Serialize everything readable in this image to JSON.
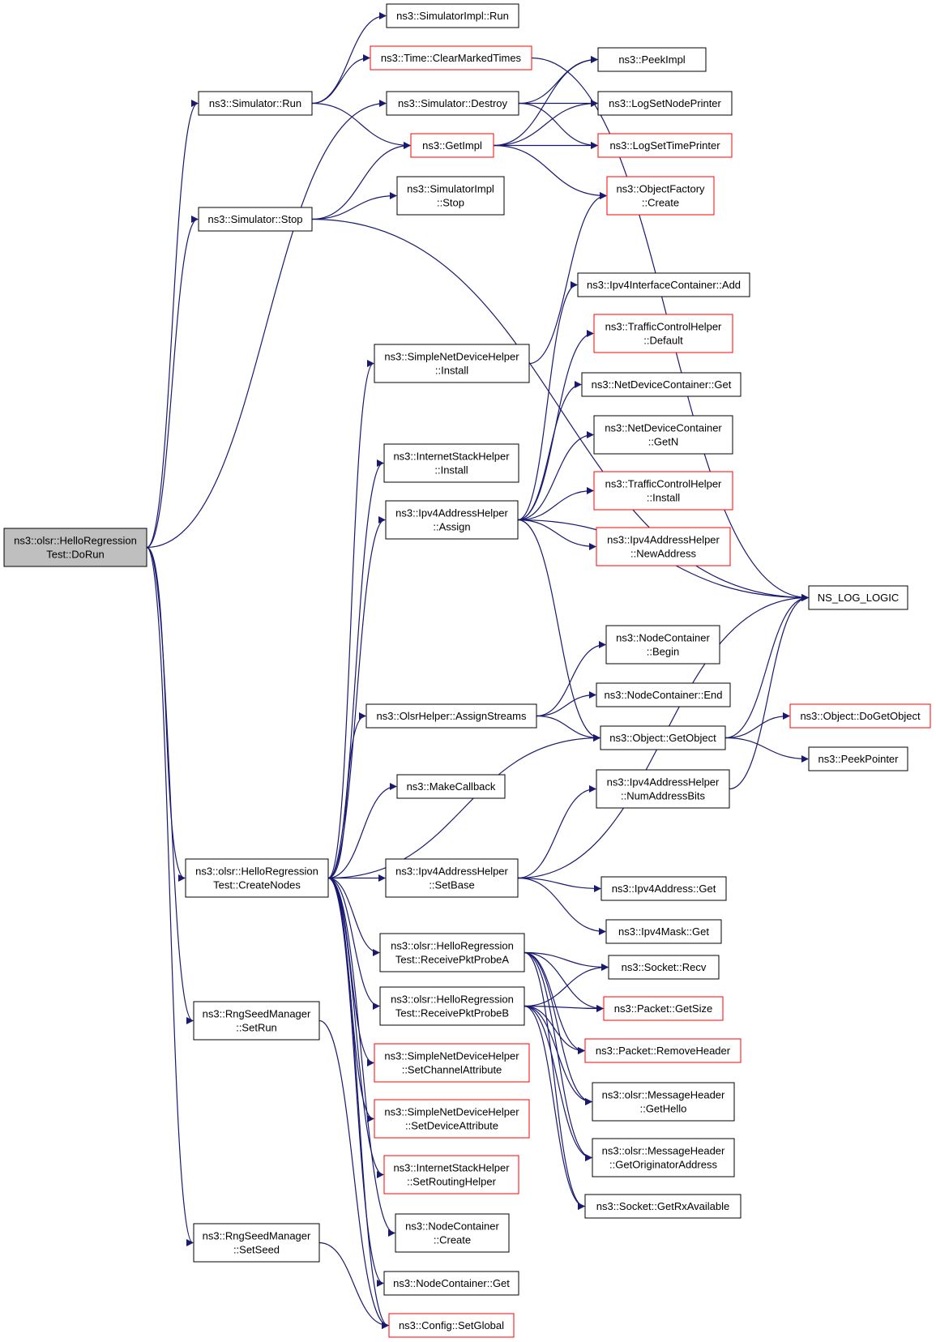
{
  "nodes": [
    {
      "id": "root",
      "lines": [
        "ns3::olsr::HelloRegression",
        "Test::DoRun"
      ],
      "style": "root"
    },
    {
      "id": "sim_run",
      "lines": [
        "ns3::Simulator::Run"
      ],
      "style": "normal"
    },
    {
      "id": "simimpl_run",
      "lines": [
        "ns3::SimulatorImpl::Run"
      ],
      "style": "normal"
    },
    {
      "id": "time_clear",
      "lines": [
        "ns3::Time::ClearMarkedTimes"
      ],
      "style": "red"
    },
    {
      "id": "sim_destroy",
      "lines": [
        "ns3::Simulator::Destroy"
      ],
      "style": "normal"
    },
    {
      "id": "peekimpl",
      "lines": [
        "ns3::PeekImpl"
      ],
      "style": "normal"
    },
    {
      "id": "lognode",
      "lines": [
        "ns3::LogSetNodePrinter"
      ],
      "style": "normal"
    },
    {
      "id": "getimpl",
      "lines": [
        "ns3::GetImpl"
      ],
      "style": "red"
    },
    {
      "id": "logtime",
      "lines": [
        "ns3::LogSetTimePrinter"
      ],
      "style": "red"
    },
    {
      "id": "objfactory",
      "lines": [
        "ns3::ObjectFactory",
        "::Create"
      ],
      "style": "red"
    },
    {
      "id": "sim_stop",
      "lines": [
        "ns3::Simulator::Stop"
      ],
      "style": "normal"
    },
    {
      "id": "simimpl_stop",
      "lines": [
        "ns3::SimulatorImpl",
        "::Stop"
      ],
      "style": "normal"
    },
    {
      "id": "nslog",
      "lines": [
        "NS_LOG_LOGIC"
      ],
      "style": "normal"
    },
    {
      "id": "ipv4ic_add",
      "lines": [
        "ns3::Ipv4InterfaceContainer::Add"
      ],
      "style": "normal"
    },
    {
      "id": "tch_default",
      "lines": [
        "ns3::TrafficControlHelper",
        "::Default"
      ],
      "style": "red"
    },
    {
      "id": "sndh_install",
      "lines": [
        "ns3::SimpleNetDeviceHelper",
        "::Install"
      ],
      "style": "normal"
    },
    {
      "id": "ndc_get",
      "lines": [
        "ns3::NetDeviceContainer::Get"
      ],
      "style": "normal"
    },
    {
      "id": "ndc_getn",
      "lines": [
        "ns3::NetDeviceContainer",
        "::GetN"
      ],
      "style": "normal"
    },
    {
      "id": "ish_install",
      "lines": [
        "ns3::InternetStackHelper",
        "::Install"
      ],
      "style": "normal"
    },
    {
      "id": "tch_install",
      "lines": [
        "ns3::TrafficControlHelper",
        "::Install"
      ],
      "style": "red"
    },
    {
      "id": "ipv4ah_assign",
      "lines": [
        "ns3::Ipv4AddressHelper",
        "::Assign"
      ],
      "style": "normal"
    },
    {
      "id": "ipv4ah_newaddr",
      "lines": [
        "ns3::Ipv4AddressHelper",
        "::NewAddress"
      ],
      "style": "red"
    },
    {
      "id": "nc_begin",
      "lines": [
        "ns3::NodeContainer",
        "::Begin"
      ],
      "style": "normal"
    },
    {
      "id": "nc_end",
      "lines": [
        "ns3::NodeContainer::End"
      ],
      "style": "normal"
    },
    {
      "id": "olsrh_assign",
      "lines": [
        "ns3::OlsrHelper::AssignStreams"
      ],
      "style": "normal"
    },
    {
      "id": "obj_getobject",
      "lines": [
        "ns3::Object::GetObject"
      ],
      "style": "normal"
    },
    {
      "id": "obj_dogetobject",
      "lines": [
        "ns3::Object::DoGetObject"
      ],
      "style": "red"
    },
    {
      "id": "peekpointer",
      "lines": [
        "ns3::PeekPointer"
      ],
      "style": "normal"
    },
    {
      "id": "ipv4ah_numbits",
      "lines": [
        "ns3::Ipv4AddressHelper",
        "::NumAddressBits"
      ],
      "style": "normal"
    },
    {
      "id": "makecallback",
      "lines": [
        "ns3::MakeCallback"
      ],
      "style": "normal"
    },
    {
      "id": "createnodes",
      "lines": [
        "ns3::olsr::HelloRegression",
        "Test::CreateNodes"
      ],
      "style": "normal"
    },
    {
      "id": "ipv4ah_setbase",
      "lines": [
        "ns3::Ipv4AddressHelper",
        "::SetBase"
      ],
      "style": "normal"
    },
    {
      "id": "ipv4addr_get",
      "lines": [
        "ns3::Ipv4Address::Get"
      ],
      "style": "normal"
    },
    {
      "id": "ipv4mask_get",
      "lines": [
        "ns3::Ipv4Mask::Get"
      ],
      "style": "normal"
    },
    {
      "id": "recv_a",
      "lines": [
        "ns3::olsr::HelloRegression",
        "Test::ReceivePktProbeA"
      ],
      "style": "normal"
    },
    {
      "id": "socket_recv",
      "lines": [
        "ns3::Socket::Recv"
      ],
      "style": "normal"
    },
    {
      "id": "recv_b",
      "lines": [
        "ns3::olsr::HelloRegression",
        "Test::ReceivePktProbeB"
      ],
      "style": "normal"
    },
    {
      "id": "packet_getsize",
      "lines": [
        "ns3::Packet::GetSize"
      ],
      "style": "red"
    },
    {
      "id": "rng_setrun",
      "lines": [
        "ns3::RngSeedManager",
        "::SetRun"
      ],
      "style": "normal"
    },
    {
      "id": "packet_removeheader",
      "lines": [
        "ns3::Packet::RemoveHeader"
      ],
      "style": "red"
    },
    {
      "id": "sndh_setchannel",
      "lines": [
        "ns3::SimpleNetDeviceHelper",
        "::SetChannelAttribute"
      ],
      "style": "red"
    },
    {
      "id": "mh_gethello",
      "lines": [
        "ns3::olsr::MessageHeader",
        "::GetHello"
      ],
      "style": "normal"
    },
    {
      "id": "sndh_setdevice",
      "lines": [
        "ns3::SimpleNetDeviceHelper",
        "::SetDeviceAttribute"
      ],
      "style": "red"
    },
    {
      "id": "mh_getorig",
      "lines": [
        "ns3::olsr::MessageHeader",
        "::GetOriginatorAddress"
      ],
      "style": "normal"
    },
    {
      "id": "ish_setrouting",
      "lines": [
        "ns3::InternetStackHelper",
        "::SetRoutingHelper"
      ],
      "style": "red"
    },
    {
      "id": "socket_rxavail",
      "lines": [
        "ns3::Socket::GetRxAvailable"
      ],
      "style": "normal"
    },
    {
      "id": "nc_create",
      "lines": [
        "ns3::NodeContainer",
        "::Create"
      ],
      "style": "normal"
    },
    {
      "id": "rng_setseed",
      "lines": [
        "ns3::RngSeedManager",
        "::SetSeed"
      ],
      "style": "normal"
    },
    {
      "id": "nc_get",
      "lines": [
        "ns3::NodeContainer::Get"
      ],
      "style": "normal"
    },
    {
      "id": "config_setglobal",
      "lines": [
        "ns3::Config::SetGlobal"
      ],
      "style": "red"
    }
  ],
  "edges": [
    [
      "root",
      "sim_run"
    ],
    [
      "root",
      "sim_destroy"
    ],
    [
      "root",
      "sim_stop"
    ],
    [
      "root",
      "createnodes"
    ],
    [
      "root",
      "rng_setrun"
    ],
    [
      "root",
      "rng_setseed"
    ],
    [
      "sim_run",
      "simimpl_run"
    ],
    [
      "sim_run",
      "time_clear"
    ],
    [
      "sim_run",
      "getimpl"
    ],
    [
      "time_clear",
      "nslog"
    ],
    [
      "sim_destroy",
      "peekimpl"
    ],
    [
      "sim_destroy",
      "lognode"
    ],
    [
      "sim_destroy",
      "logtime"
    ],
    [
      "getimpl",
      "peekimpl"
    ],
    [
      "getimpl",
      "lognode"
    ],
    [
      "getimpl",
      "logtime"
    ],
    [
      "getimpl",
      "objfactory"
    ],
    [
      "sim_stop",
      "getimpl"
    ],
    [
      "sim_stop",
      "simimpl_stop"
    ],
    [
      "sim_stop",
      "nslog"
    ],
    [
      "sndh_install",
      "objfactory"
    ],
    [
      "ipv4ah_assign",
      "ipv4ic_add"
    ],
    [
      "ipv4ah_assign",
      "tch_default"
    ],
    [
      "ipv4ah_assign",
      "ndc_get"
    ],
    [
      "ipv4ah_assign",
      "ndc_getn"
    ],
    [
      "ipv4ah_assign",
      "tch_install"
    ],
    [
      "ipv4ah_assign",
      "ipv4ah_newaddr"
    ],
    [
      "ipv4ah_assign",
      "nslog"
    ],
    [
      "ipv4ah_assign",
      "obj_getobject"
    ],
    [
      "olsrh_assign",
      "nc_begin"
    ],
    [
      "olsrh_assign",
      "nc_end"
    ],
    [
      "olsrh_assign",
      "obj_getobject"
    ],
    [
      "obj_getobject",
      "obj_dogetobject"
    ],
    [
      "obj_getobject",
      "peekpointer"
    ],
    [
      "obj_getobject",
      "nslog"
    ],
    [
      "ipv4ah_numbits",
      "nslog"
    ],
    [
      "createnodes",
      "sndh_install"
    ],
    [
      "createnodes",
      "ish_install"
    ],
    [
      "createnodes",
      "ipv4ah_assign"
    ],
    [
      "createnodes",
      "olsrh_assign"
    ],
    [
      "createnodes",
      "makecallback"
    ],
    [
      "createnodes",
      "obj_getobject"
    ],
    [
      "createnodes",
      "ipv4ah_setbase"
    ],
    [
      "createnodes",
      "recv_a"
    ],
    [
      "createnodes",
      "recv_b"
    ],
    [
      "createnodes",
      "sndh_setchannel"
    ],
    [
      "createnodes",
      "sndh_setdevice"
    ],
    [
      "createnodes",
      "ish_setrouting"
    ],
    [
      "createnodes",
      "nc_create"
    ],
    [
      "createnodes",
      "nc_get"
    ],
    [
      "createnodes",
      "config_setglobal"
    ],
    [
      "ipv4ah_setbase",
      "ipv4ah_numbits"
    ],
    [
      "ipv4ah_setbase",
      "nslog"
    ],
    [
      "ipv4ah_setbase",
      "ipv4addr_get"
    ],
    [
      "ipv4ah_setbase",
      "ipv4mask_get"
    ],
    [
      "recv_a",
      "socket_recv"
    ],
    [
      "recv_a",
      "packet_getsize"
    ],
    [
      "recv_a",
      "packet_removeheader"
    ],
    [
      "recv_a",
      "mh_gethello"
    ],
    [
      "recv_a",
      "mh_getorig"
    ],
    [
      "recv_a",
      "socket_rxavail"
    ],
    [
      "recv_b",
      "socket_recv"
    ],
    [
      "recv_b",
      "packet_getsize"
    ],
    [
      "recv_b",
      "packet_removeheader"
    ],
    [
      "recv_b",
      "mh_gethello"
    ],
    [
      "recv_b",
      "mh_getorig"
    ],
    [
      "recv_b",
      "socket_rxavail"
    ],
    [
      "rng_setrun",
      "config_setglobal"
    ],
    [
      "rng_setseed",
      "config_setglobal"
    ]
  ]
}
